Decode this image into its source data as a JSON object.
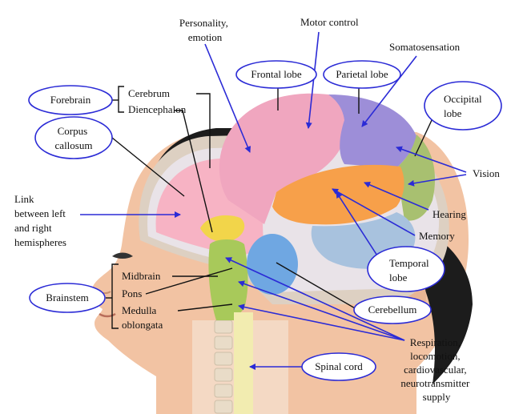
{
  "labels": {
    "personality": [
      "Personality,",
      "emotion"
    ],
    "motor_control": "Motor control",
    "somatosensation": "Somatosensation",
    "frontal_lobe": "Frontal lobe",
    "parietal_lobe": "Parietal lobe",
    "occipital_lobe": [
      "Occipital",
      "lobe"
    ],
    "forebrain": "Forebrain",
    "cerebrum": "Cerebrum",
    "diencephalon": "Diencephalon",
    "corpus_callosum": [
      "Corpus",
      "callosum"
    ],
    "vision": "Vision",
    "link": [
      "Link",
      "between left",
      "and right",
      "hemispheres"
    ],
    "hearing": "Hearing",
    "memory": "Memory",
    "temporal_lobe": [
      "Temporal",
      "lobe"
    ],
    "brainstem": "Brainstem",
    "midbrain": "Midbrain",
    "pons": "Pons",
    "medulla": [
      "Medulla",
      "oblongata"
    ],
    "cerebellum": "Cerebellum",
    "spinal_cord": "Spinal cord",
    "respiration": [
      "Respiration,",
      "locomotion,",
      "cardiovascular,",
      "neurotransmitter",
      "supply"
    ]
  },
  "colors": {
    "annotation": "#2b2bd6",
    "frontal": "#f0a6bf",
    "parietal": "#9d8ed8",
    "occipital": "#a8c070",
    "temporal": "#f7a04a",
    "cerebellum": "#a8c2de",
    "brainstem": "#a8c95a",
    "skin": "#f2c3a3",
    "hair": "#1c1c1c"
  }
}
